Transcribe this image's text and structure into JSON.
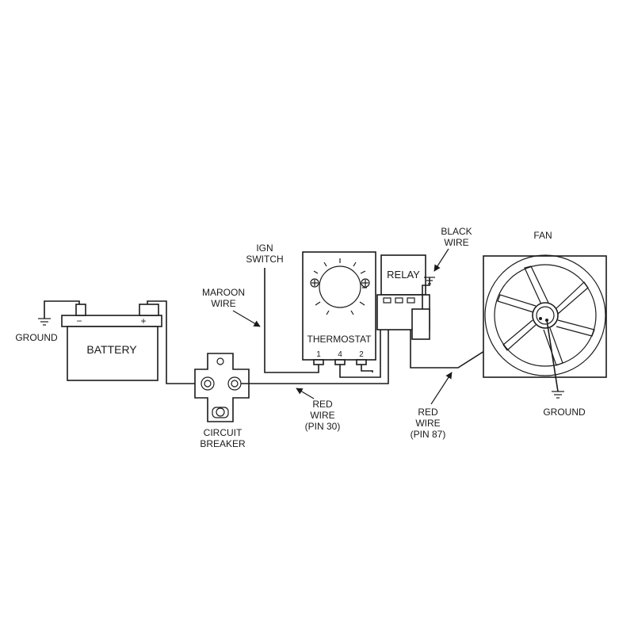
{
  "labels": {
    "battery": "BATTERY",
    "battery_neg": "−",
    "battery_pos": "+",
    "ground_left": "GROUND",
    "circuit_breaker_1": "CIRCUIT",
    "circuit_breaker_2": "BREAKER",
    "ign_switch_1": "IGN",
    "ign_switch_2": "SWITCH",
    "maroon_wire_1": "MAROON",
    "maroon_wire_2": "WIRE",
    "thermostat": "THERMOSTAT",
    "pin_1": "1",
    "pin_4": "4",
    "pin_2": "2",
    "relay": "RELAY",
    "black_wire_1": "BLACK",
    "black_wire_2": "WIRE",
    "fan": "FAN",
    "ground_right": "GROUND",
    "red_wire_30_1": "RED",
    "red_wire_30_2": "WIRE",
    "red_wire_30_3": "(PIN 30)",
    "red_wire_87_1": "RED",
    "red_wire_87_2": "WIRE",
    "red_wire_87_3": "(PIN 87)"
  }
}
